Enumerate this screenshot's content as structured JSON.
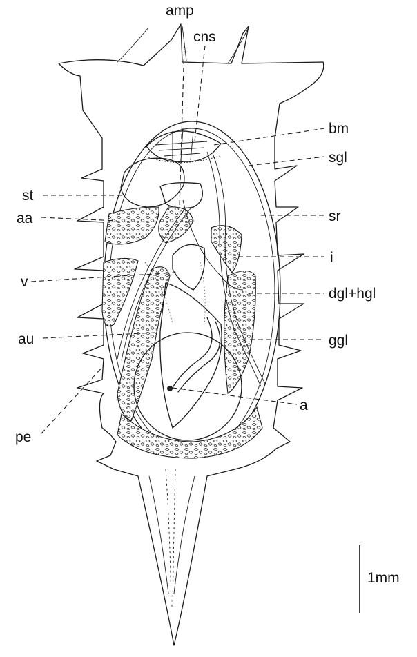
{
  "figure": {
    "labels": {
      "amp": "amp",
      "cns": "cns",
      "bm": "bm",
      "sgl": "sgl",
      "st": "st",
      "sr": "sr",
      "aa": "aa",
      "i": "i",
      "v": "v",
      "dgl_hgl": "dgl+hgl",
      "au": "au",
      "ggl": "ggl",
      "pe": "pe",
      "a": "a"
    },
    "scale_bar": "1mm"
  }
}
